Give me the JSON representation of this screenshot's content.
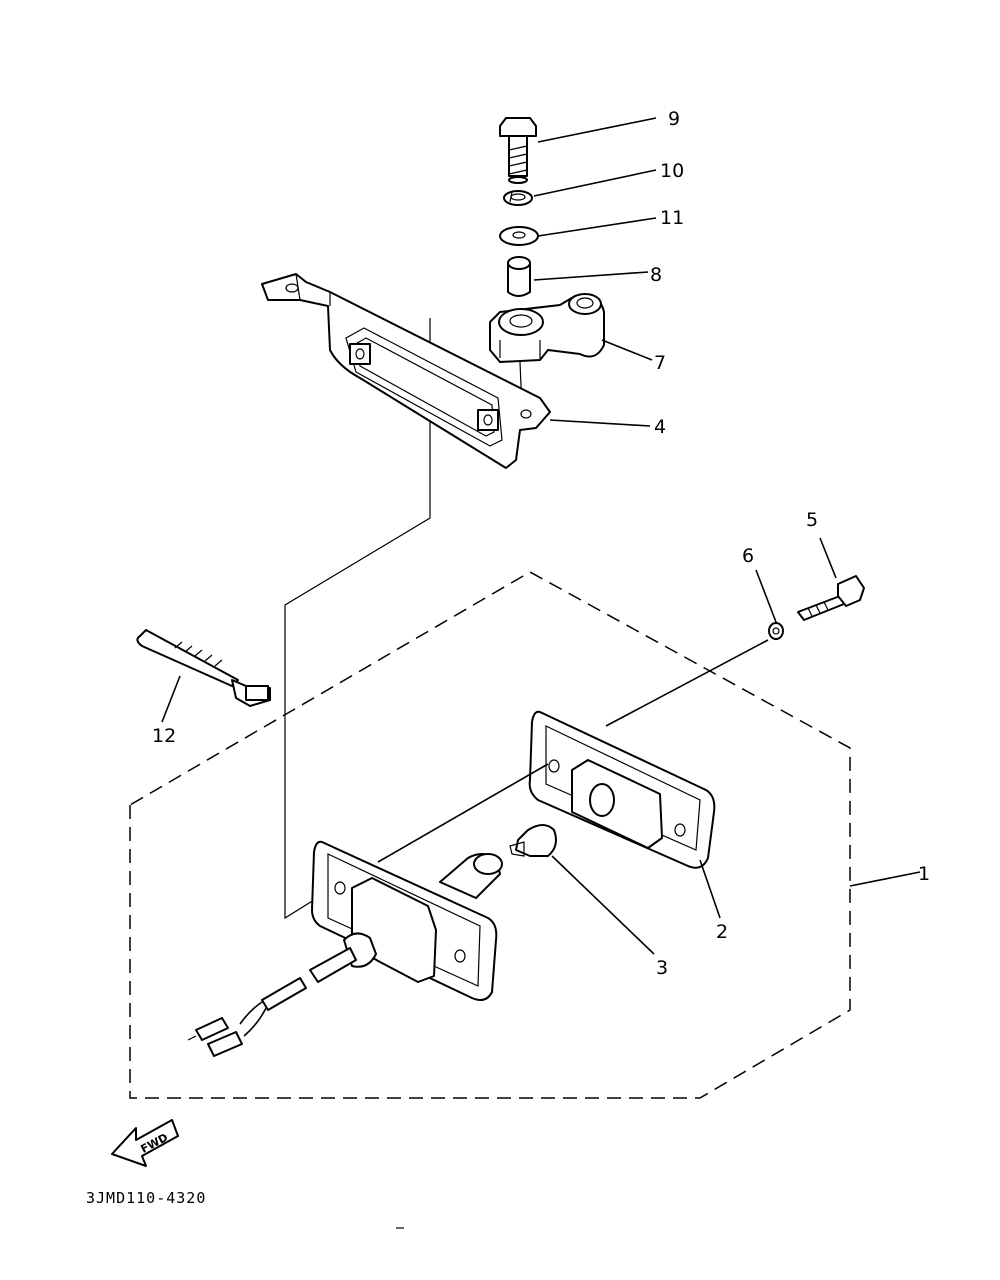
{
  "diagram": {
    "callouts": {
      "p1": "1",
      "p2": "2",
      "p3": "3",
      "p4": "4",
      "p5": "5",
      "p6": "6",
      "p7": "7",
      "p8": "8",
      "p9": "9",
      "p10": "10",
      "p11": "11",
      "p12": "12"
    },
    "fwd_label": "FWD",
    "drawing_code": "3JMD110-4320"
  }
}
